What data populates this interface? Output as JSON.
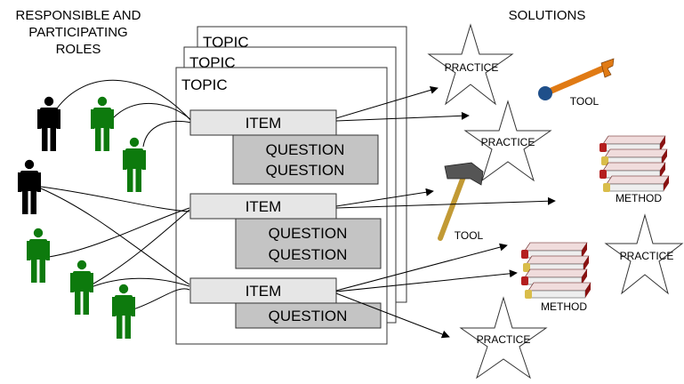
{
  "headings": {
    "roles_line1": "RESPONSIBLE AND",
    "roles_line2": "PARTICIPATING",
    "roles_line3": "ROLES",
    "solutions": "SOLUTIONS"
  },
  "topic_label": "TOPIC",
  "item_label": "ITEM",
  "question_label": "QUESTION",
  "solutions": {
    "practice": "PRACTICE",
    "tool": "TOOL",
    "method": "METHOD"
  },
  "colors": {
    "responsible_role": "#000000",
    "participating_role": "#0d7a0d",
    "item_fill": "#e6e6e6",
    "question_fill": "#c4c4c4",
    "book_red": "#b41e1e",
    "book_yellow": "#d9bd4a",
    "wrench": "#e07a14",
    "hammer_handle": "#c29a35"
  },
  "icons": [
    "person-icon",
    "star-icon",
    "wrench-icon",
    "hammer-icon",
    "books-icon"
  ]
}
